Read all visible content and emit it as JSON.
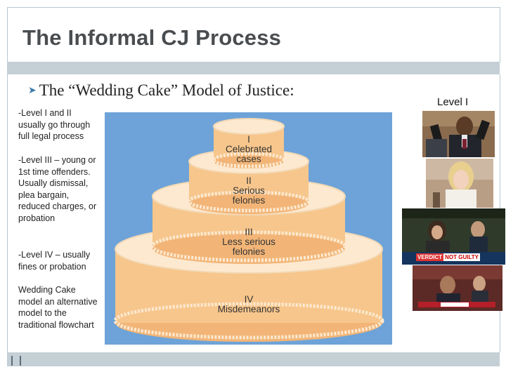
{
  "slide": {
    "title": "The Informal CJ Process",
    "bullet": "The “Wedding Cake” Model of Justice:",
    "side_notes": [
      "-Level I and II usually go through full legal process",
      "-Level III – young or 1st time offenders. Usually dismissal, plea bargain, reduced charges, or probation",
      "-Level IV – usually fines or probation",
      "Wedding Cake model an alternative model to the traditional flowchart"
    ],
    "level_heading": "Level I"
  },
  "cake": {
    "tiers": [
      {
        "numeral": "I",
        "text1": "Celebrated",
        "text2": "cases"
      },
      {
        "numeral": "II",
        "text1": "Serious",
        "text2": "felonies"
      },
      {
        "numeral": "III",
        "text1": "Less serious",
        "text2": "felonies"
      },
      {
        "numeral": "IV",
        "text1": "Misdemeanors",
        "text2": ""
      }
    ]
  },
  "photos": [
    {
      "name": "courtroom-photo-1",
      "caption": ""
    },
    {
      "name": "courtroom-photo-2",
      "caption": ""
    },
    {
      "name": "courtroom-photo-3",
      "verdict_label": "VERDICT",
      "verdict_value": "NOT GUILTY"
    },
    {
      "name": "courtroom-photo-4",
      "caption": ""
    }
  ],
  "colors": {
    "title": "#4a4d50",
    "frame": "#c4cfd6",
    "cake_background": "#6da3d8",
    "cake_fill": "#f7c68c",
    "frosting": "#fde9d0"
  }
}
